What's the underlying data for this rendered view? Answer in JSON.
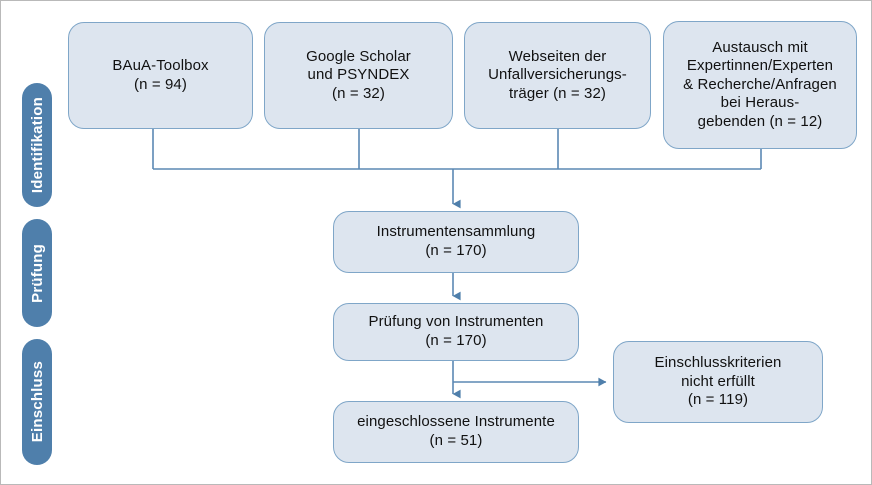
{
  "figure": {
    "type": "prisma-style-flow-diagram",
    "language": "de",
    "colors": {
      "node_fill": "#dde5ef",
      "node_border": "#7fa6c8",
      "connector": "#4f7fab",
      "stage_pill": "#4f7fab",
      "stage_text": "#ffffff",
      "node_text": "#111111",
      "frame_border": "#b9b9b9",
      "background": "#ffffff"
    }
  },
  "stages": [
    {
      "id": "identifikation",
      "label": "Identifikation"
    },
    {
      "id": "pruefung",
      "label": "Prüfung"
    },
    {
      "id": "einschluss",
      "label": "Einschluss"
    }
  ],
  "sources": [
    {
      "id": "baua-toolbox",
      "lines": [
        "BAuA-Toolbox",
        "(n = 94)"
      ],
      "n": 94
    },
    {
      "id": "google-scholar-psyndex",
      "lines": [
        "Google Scholar",
        "und PSYNDEX",
        "(n = 32)"
      ],
      "n": 32
    },
    {
      "id": "webseiten-unfallversicherungstraeger",
      "lines": [
        "Webseiten der",
        "Unfallversicherungs-",
        "träger (n = 32)"
      ],
      "n": 32
    },
    {
      "id": "austausch-expertinnen",
      "lines": [
        "Austausch mit",
        "Expertinnen/Experten",
        "& Recherche/Anfragen",
        "bei Heraus-",
        "gebenden (n = 12)"
      ],
      "n": 12
    }
  ],
  "flow": [
    {
      "id": "instrumentensammlung",
      "lines": [
        "Instrumentensammlung",
        "(n = 170)"
      ],
      "n": 170
    },
    {
      "id": "pruefung-von-instrumenten",
      "lines": [
        "Prüfung von Instrumenten",
        "(n = 170)"
      ],
      "n": 170
    },
    {
      "id": "eingeschlossene-instrumente",
      "lines": [
        "eingeschlossene Instrumente",
        "(n = 51)"
      ],
      "n": 51
    }
  ],
  "excluded": {
    "id": "einschlusskriterien-nicht-erfuellt",
    "lines": [
      "Einschlusskriterien",
      "nicht erfüllt",
      "(n = 119)"
    ],
    "n": 119
  }
}
